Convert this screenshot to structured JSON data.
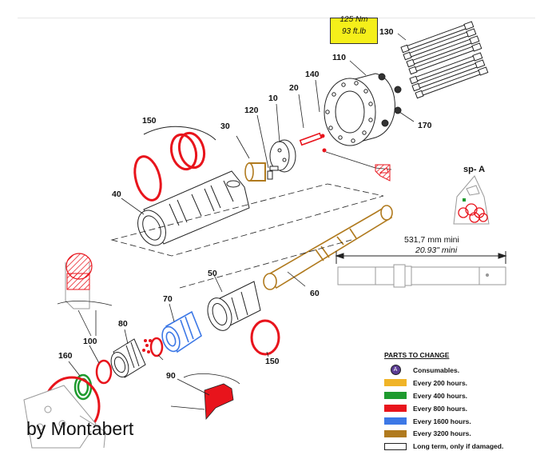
{
  "diagram": {
    "torque_box": {
      "line1": "125 Nm",
      "line2": "93  ft.lb"
    },
    "callouts": {
      "c130": "130",
      "c110": "110",
      "c140": "140",
      "c20": "20",
      "c170": "170",
      "c150_top": "150",
      "c120": "120",
      "c10": "10",
      "c30": "30",
      "c40": "40",
      "c60": "60",
      "c50": "50",
      "c70": "70",
      "c80": "80",
      "c100": "100",
      "c160": "160",
      "c90": "90",
      "c150_bottom": "150"
    },
    "dimension": {
      "metric": "531,7 mm mini",
      "imperial": "20.93\" mini"
    },
    "spare_kit_label": "sp- A"
  },
  "legend": {
    "title": "PARTS TO CHANGE",
    "items": [
      {
        "key": "consumables",
        "label": "Consumables.",
        "color": "#5b3c93",
        "shape": "circle",
        "symbol": "A"
      },
      {
        "key": "h200",
        "label": "Every 200 hours.",
        "color": "#f0b428",
        "shape": "bar"
      },
      {
        "key": "h400",
        "label": "Every 400 hours.",
        "color": "#1e9a2e",
        "shape": "bar"
      },
      {
        "key": "h800",
        "label": "Every 800 hours.",
        "color": "#e8141c",
        "shape": "bar"
      },
      {
        "key": "h1600",
        "label": "Every 1600 hours.",
        "color": "#3c78e6",
        "shape": "bar"
      },
      {
        "key": "h3200",
        "label": "Every 3200 hours.",
        "color": "#b07a1e",
        "shape": "bar"
      },
      {
        "key": "long_term",
        "label": "Long term, only if damaged.",
        "color": "#ffffff",
        "shape": "outline"
      }
    ]
  },
  "credit": "by Montabert",
  "colors": {
    "o_ring": "#e8141c",
    "green_ring": "#1e9a2e",
    "blue_part": "#3c78e6",
    "brass_part": "#b07a1e",
    "torque_bg": "#f5ef1a",
    "line": "#222222"
  }
}
